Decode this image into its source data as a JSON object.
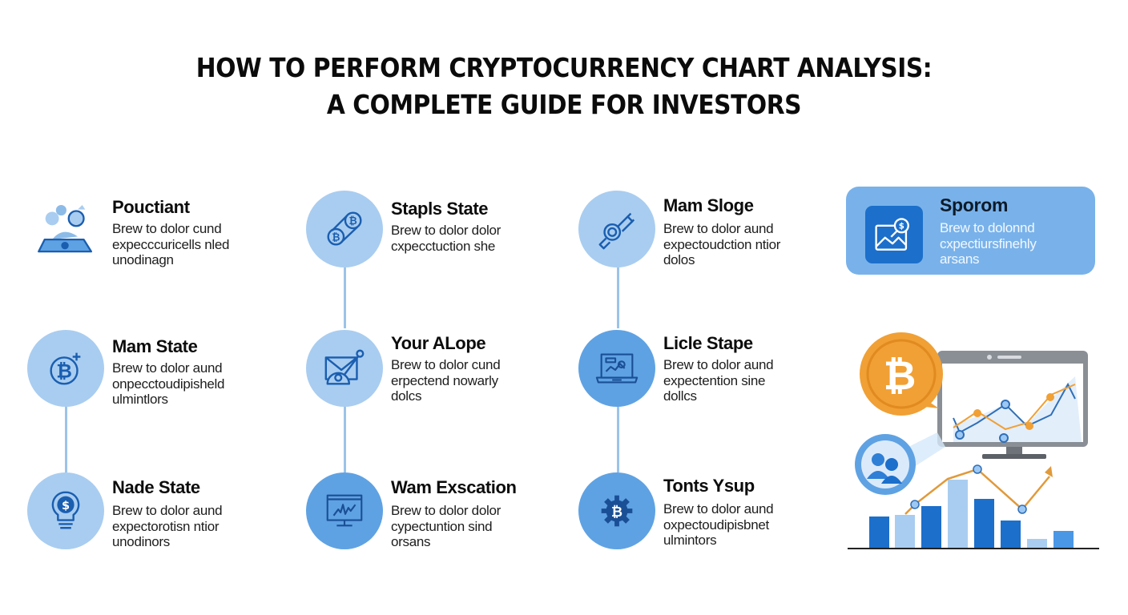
{
  "title": {
    "line1": "HOW TO PERFORM CRYPTOCURRENCY CHART ANALYSIS:",
    "line2": "A COMPLETE GUIDE FOR INVESTORS"
  },
  "colors": {
    "circle_light": "#a9cdf0",
    "circle_mid": "#5fa2e3",
    "icon_stroke": "#1a5eb0",
    "connector": "#9cc3ea",
    "featured_bg": "#79b2ea",
    "bitcoin_orange": "#f0a035",
    "bar_dark": "#1c6fcb",
    "bar_light": "#a9cdf0"
  },
  "steps": [
    {
      "id": "pouctiant",
      "icon": "coin-stack-icon",
      "heading": "Pouctiant",
      "lines": [
        "Brew to dolor cund",
        "expecccuricells nled",
        "unodinagn"
      ]
    },
    {
      "id": "stapls-state",
      "icon": "bitcoin-link-icon",
      "heading": "Stapls State",
      "lines": [
        "Brew to dolor dolor",
        "cxpecctuction she"
      ]
    },
    {
      "id": "mam-sloge",
      "icon": "gear-key-icon",
      "heading": "Mam Sloge",
      "lines": [
        "Brew to dolor aund",
        "expectoudction ntior",
        "dolos"
      ]
    },
    {
      "id": "mam-state",
      "icon": "bitcoin-plus-icon",
      "heading": "Mam State",
      "lines": [
        "Brew to dolor aund",
        "onpecctoudipisheld",
        "ulmintlors"
      ]
    },
    {
      "id": "your-alope",
      "icon": "mail-user-icon",
      "heading": "Your ALope",
      "lines": [
        "Brew to dolor cund",
        "erpectend nowarly",
        "dolcs"
      ]
    },
    {
      "id": "licle-stape",
      "icon": "laptop-chart-icon",
      "heading": "Licle Stape",
      "lines": [
        "Brew to dolor aund",
        "expectention sine",
        "dollcs"
      ]
    },
    {
      "id": "nade-state",
      "icon": "lightbulb-dollar-icon",
      "heading": "Nade State",
      "lines": [
        "Brew to dolor aund",
        "expectorotisn ntior",
        "unodinors"
      ]
    },
    {
      "id": "wam-exscation",
      "icon": "monitor-chart-icon",
      "heading": "Wam Exscation",
      "lines": [
        "Brew to dolor dolor",
        "cypectuntion sind",
        "orsans"
      ]
    },
    {
      "id": "tonts-ysup",
      "icon": "bitcoin-gear-icon",
      "heading": "Tonts Ysup",
      "lines": [
        "Brew to dolor aund",
        "oxpectoudipisbnet",
        "ulmintors"
      ]
    }
  ],
  "featured": {
    "icon": "image-coin-icon",
    "heading": "Sporom",
    "lines": [
      "Brew to dolonnd",
      "cxpectiursfinehly",
      "arsans"
    ]
  },
  "chart_data": {
    "type": "bar",
    "title": "",
    "xlabel": "",
    "ylabel": "",
    "categories": [
      "1",
      "2",
      "3",
      "4",
      "5",
      "6",
      "7",
      "8"
    ],
    "series": [
      {
        "name": "bars",
        "values": [
          40,
          42,
          53,
          86,
          62,
          34,
          10,
          21
        ]
      },
      {
        "name": "trend-line",
        "values": [
          null,
          45,
          55,
          98,
          null,
          48,
          null,
          90
        ]
      }
    ],
    "monitor_chart": {
      "series": [
        {
          "name": "blue-line",
          "values": [
            20,
            8,
            45,
            8,
            25,
            78
          ]
        },
        {
          "name": "orange-line",
          "values": [
            12,
            42,
            15,
            25,
            60,
            70
          ]
        }
      ]
    }
  }
}
